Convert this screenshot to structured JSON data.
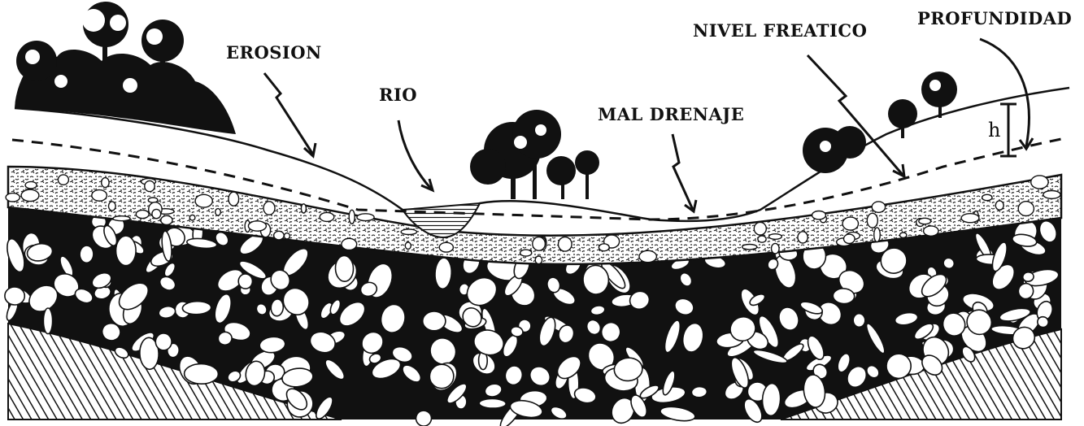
{
  "labels": {
    "erosion": "EROSION",
    "rio": "RIO",
    "mal_drenaje": "MAL DRENAJE",
    "nivel_freatico": "NIVEL FREATICO",
    "profundidad": "PROFUNDIDAD",
    "h": "h"
  },
  "colors": {
    "ink": "#111111",
    "paper": "#ffffff"
  }
}
